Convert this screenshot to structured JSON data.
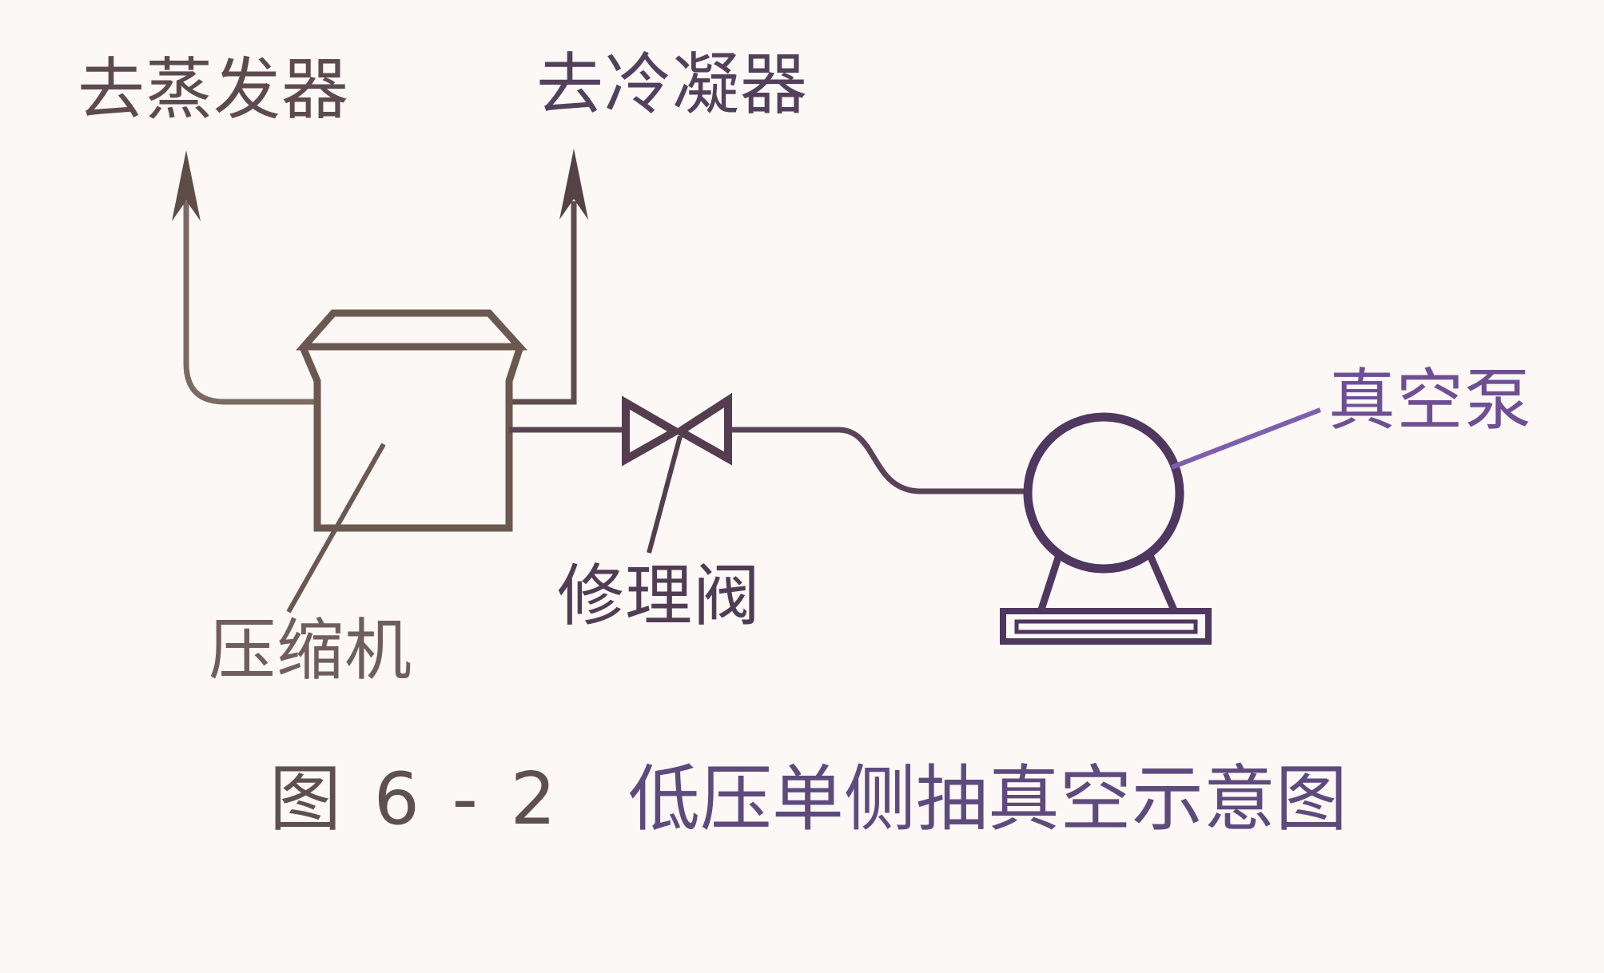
{
  "figure": {
    "caption_number": "图 6 - 2",
    "caption_title": "低压单侧抽真空示意图"
  },
  "labels": {
    "evaporator": "去蒸发器",
    "condenser": "去冷凝器",
    "compressor": "压缩机",
    "repair_valve": "修理阀",
    "vacuum_pump": "真空泵"
  },
  "colors": {
    "background": "#fbf8f5",
    "evaporator_line": "#7b6a62",
    "condenser_line": "#5f4c50",
    "compressor_outline": "#6b5951",
    "valve_line": "#533d4f",
    "pump_line": "#4f3760",
    "pump_leader": "#7e5fae",
    "caption_number_color": "#5e504e",
    "caption_title_color": "#5f4a7d"
  }
}
